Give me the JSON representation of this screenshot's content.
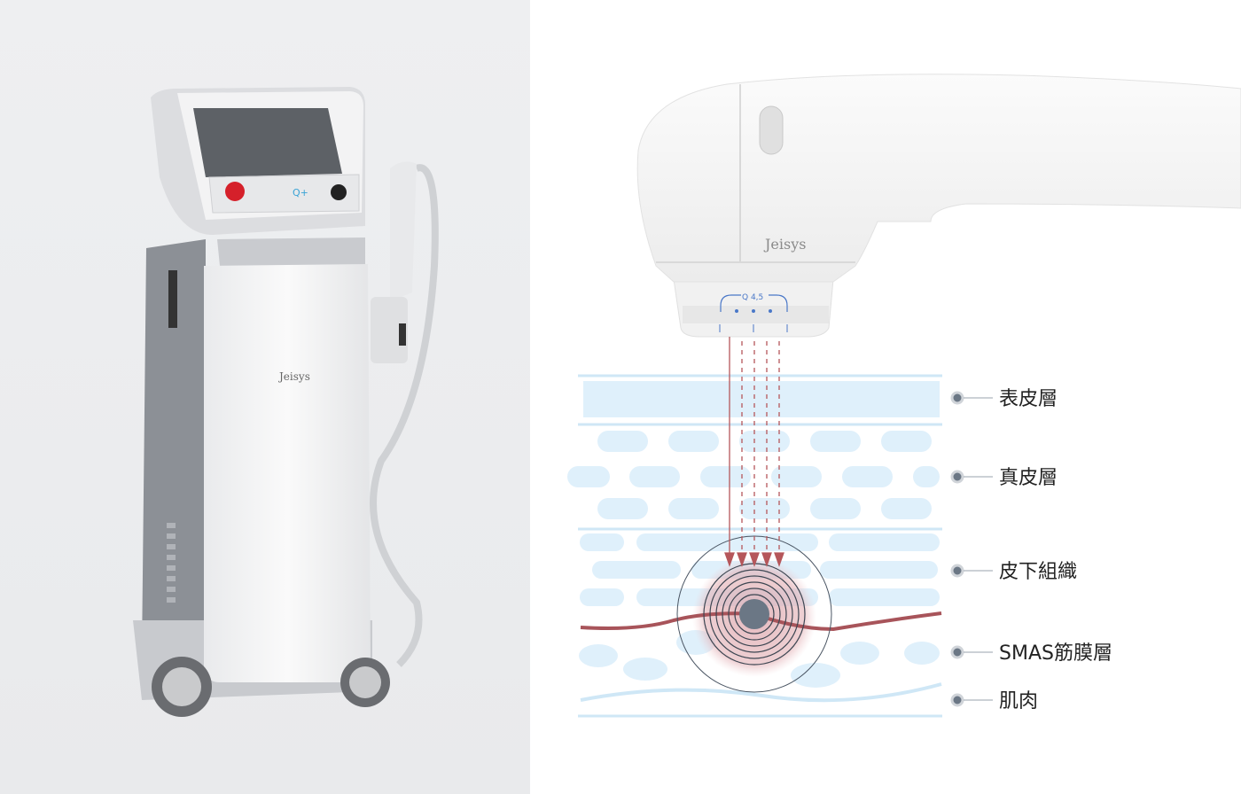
{
  "device": {
    "brand_logo": "Jeisys",
    "panel_logo": "Q+",
    "handpiece_logo": "Jeisys",
    "cartridge_label": "Q 4,5"
  },
  "diagram": {
    "layers": [
      {
        "label": "表皮層"
      },
      {
        "label": "真皮層"
      },
      {
        "label": "皮下組織"
      },
      {
        "label": "SMAS筋膜層"
      },
      {
        "label": "肌肉"
      }
    ]
  },
  "colors": {
    "layer_blue": "#dff0fb",
    "arrow_red": "#b5565a",
    "smas_line": "#a8545a",
    "focal_core": "#6b7785"
  }
}
